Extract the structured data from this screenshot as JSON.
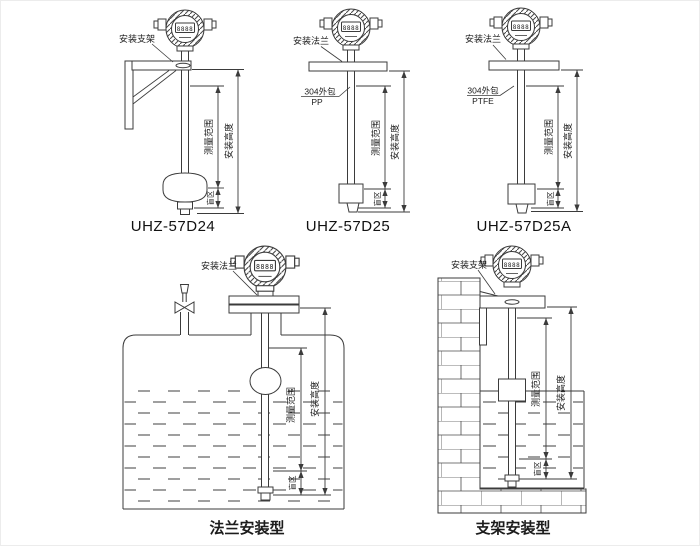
{
  "labels": {
    "mount_bracket": "安装支架",
    "mount_flange": "安装法兰",
    "measuring_range": "测量范围",
    "install_height": "安装高度",
    "blind_zone": "盲区",
    "display_digits": "8888"
  },
  "materials": {
    "clad_304": "304外包",
    "pp": "PP",
    "ptfe": "PTFE"
  },
  "models": {
    "d24": "UHZ-57D24",
    "d25": "UHZ-57D25",
    "d25a": "UHZ-57D25A"
  },
  "captions": {
    "flange_type": "法兰安装型",
    "bracket_type": "支架安装型"
  },
  "colors": {
    "line": "#3b3b3b",
    "background": "#ffffff"
  }
}
